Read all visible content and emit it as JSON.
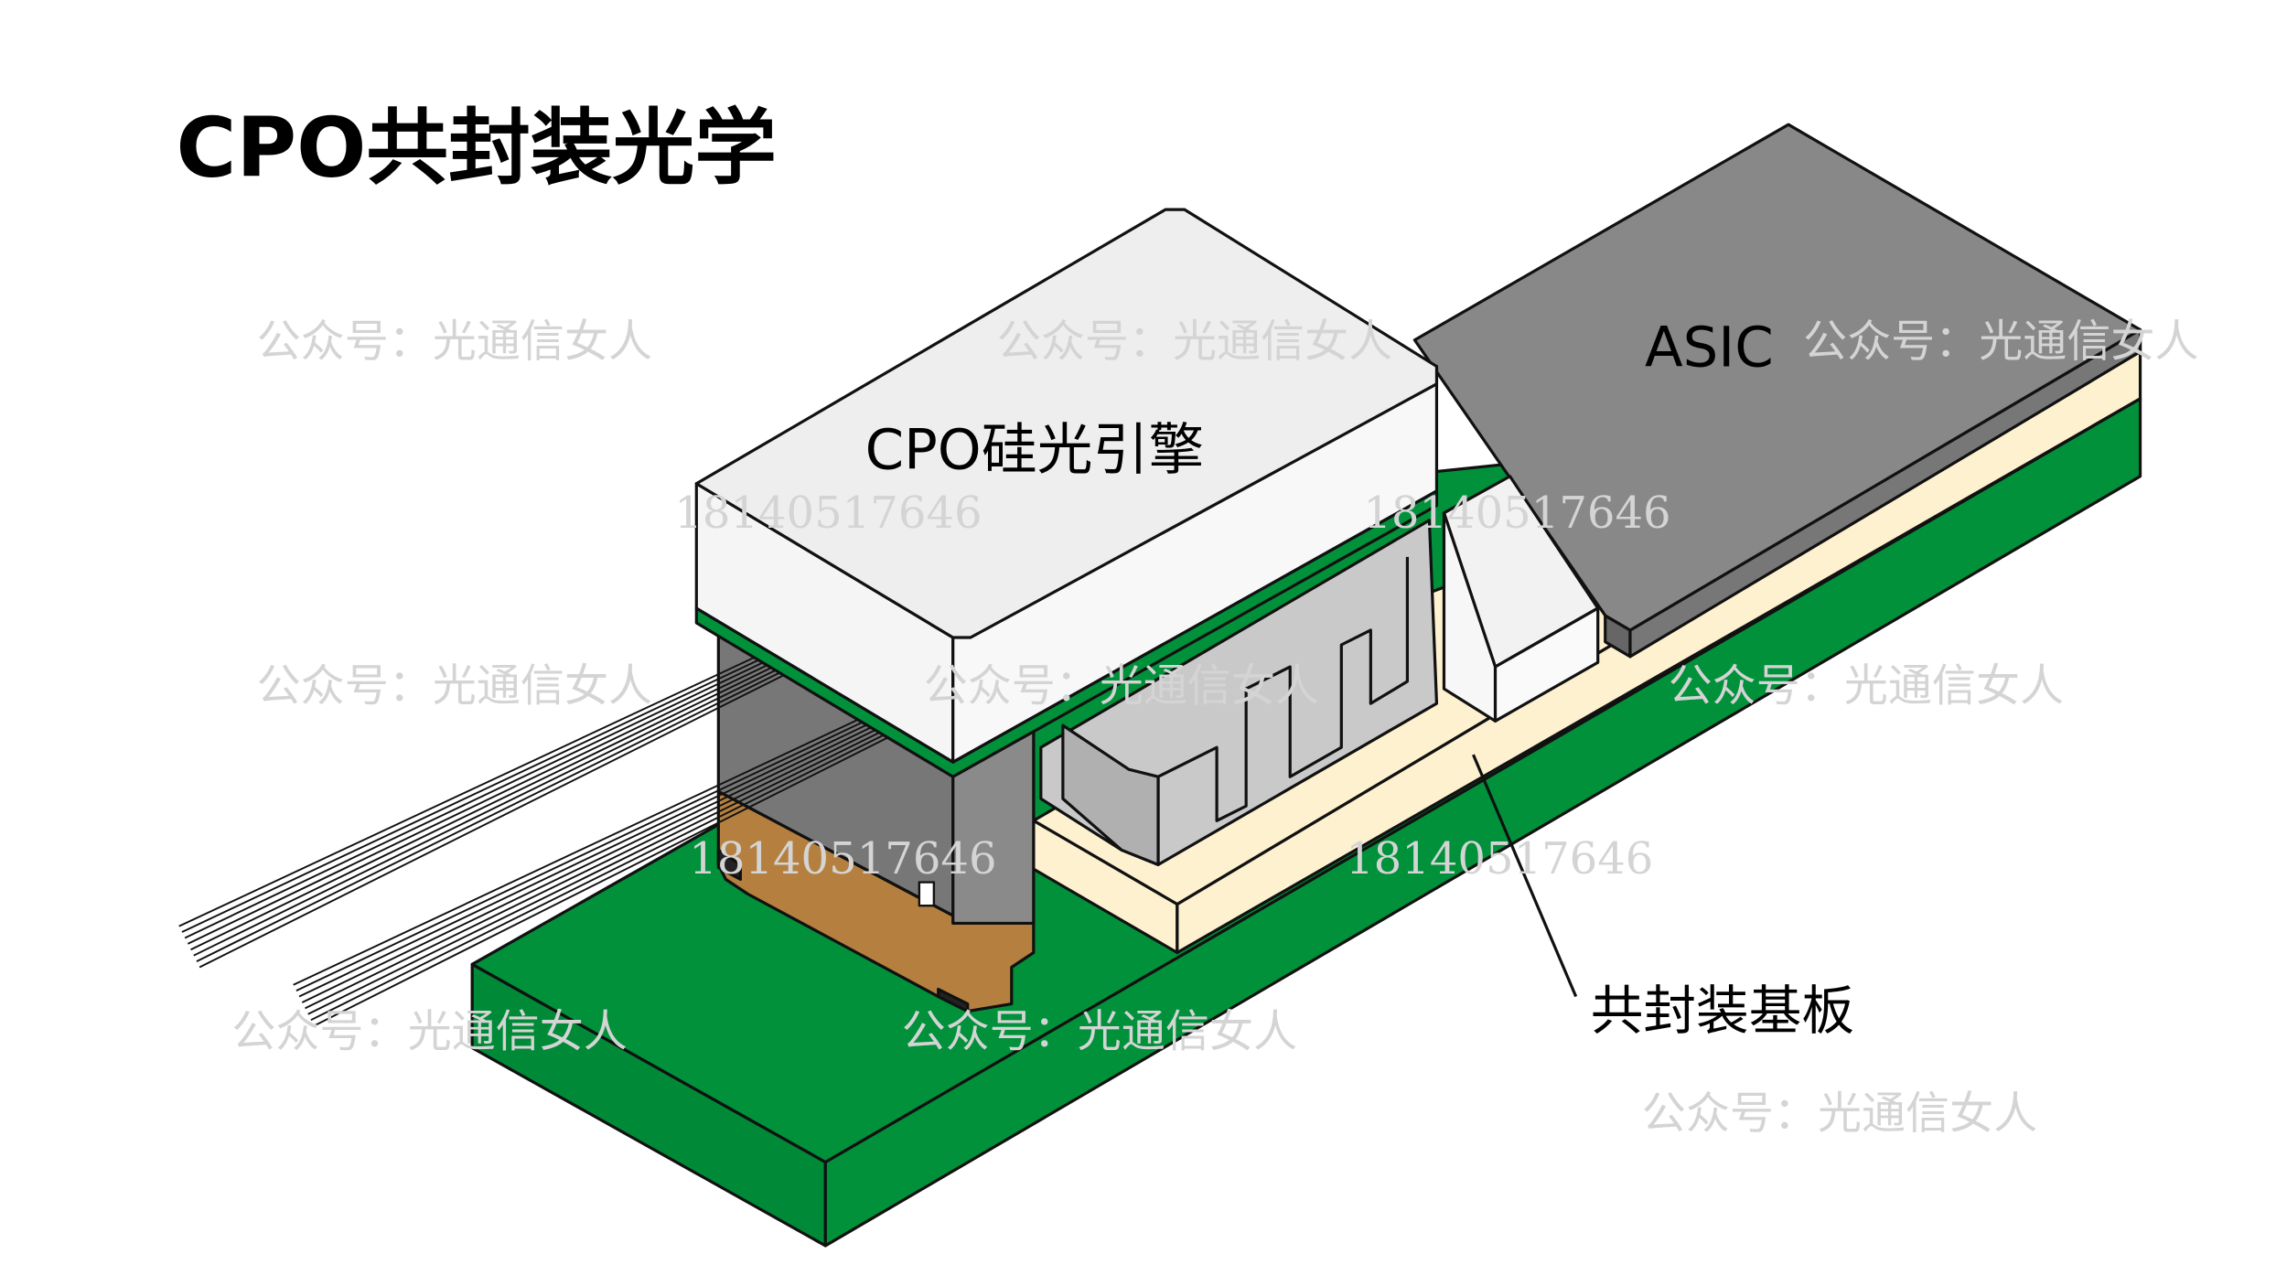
{
  "title": "CPO共封装光学",
  "labels": {
    "engine": "CPO硅光引擎",
    "asic": "ASIC",
    "substrate": "共封装基板"
  },
  "watermarks": {
    "account": "公众号：光通信女人",
    "phone": "18140517646"
  },
  "colors": {
    "board_green": "#008f3a",
    "substrate_cream": "#fdf1cf",
    "asic_grey": "#888888",
    "engine_white": "#eeeeee",
    "connector_brown": "#b5803f"
  }
}
